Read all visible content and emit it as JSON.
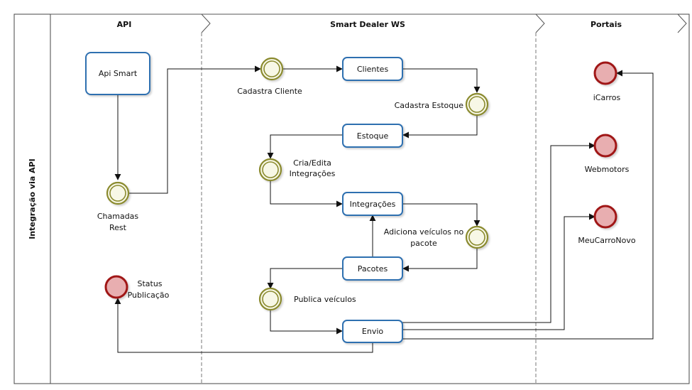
{
  "pool": {
    "label": "Integração via API"
  },
  "lanes": [
    {
      "id": "api",
      "label": "API"
    },
    {
      "id": "smart",
      "label": "Smart Dealer WS"
    },
    {
      "id": "portais",
      "label": "Portais"
    }
  ],
  "tasks": {
    "api_smart": "Api Smart",
    "clientes": "Clientes",
    "estoque": "Estoque",
    "integracoes": "Integrações",
    "pacotes": "Pacotes",
    "envio": "Envio"
  },
  "events": {
    "chamadas_rest": [
      "Chamadas",
      "Rest"
    ],
    "cadastra_cliente": [
      "Cadastra Cliente"
    ],
    "cadastra_estoque": [
      "Cadastra Estoque"
    ],
    "cria_edita": [
      "Cria/Edita",
      "Integrações"
    ],
    "adiciona_veiculos": [
      "Adiciona veículos no",
      "pacote"
    ],
    "publica_veiculos": [
      "Publica veículos"
    ],
    "status_publicacao": [
      "Status",
      "Publicação"
    ],
    "icarros": [
      "iCarros"
    ],
    "webmotors": [
      "Webmotors"
    ],
    "meucarronovo": [
      "MeuCarroNovo"
    ]
  },
  "colors": {
    "task_border": "#2f6fb0",
    "task_fill": "#ffffff",
    "intermediate_ring": "#8a8a2e",
    "intermediate_fill": "#f7f7e6",
    "end_ring": "#a01818",
    "end_fill": "#e8aeb0",
    "line": "#111111",
    "lane_border": "#444444"
  }
}
